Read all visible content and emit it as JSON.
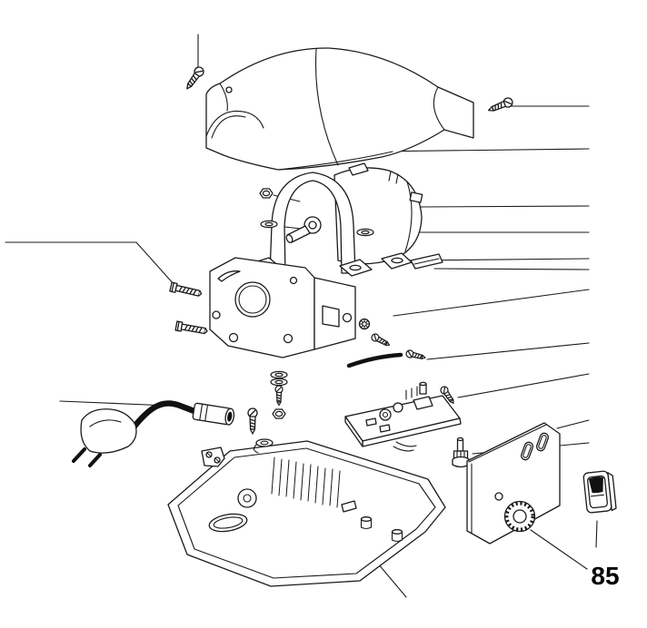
{
  "figure": {
    "label": "85"
  },
  "style": {
    "background": "#ffffff",
    "ink": "#1a1a1a"
  },
  "parts": [
    "cover-screw-left",
    "top-cover",
    "cover-screw-right",
    "motor",
    "motor-bracket",
    "hex-nut",
    "flat-washer",
    "mounting-plate",
    "hex-bolt-upper",
    "hex-bolt-lower",
    "lock-washer",
    "pan-head-screw",
    "drive-pin",
    "tapping-screw",
    "washer-stack",
    "stack-screw",
    "stack-nut",
    "terminal-screw",
    "cable-clamp",
    "strain-relief",
    "mains-plug",
    "power-cord",
    "cord-bushing",
    "circuit-board",
    "board-screw",
    "potentiometer",
    "base-housing",
    "rear-bracket",
    "adjustment-knob",
    "rocker-switch"
  ]
}
